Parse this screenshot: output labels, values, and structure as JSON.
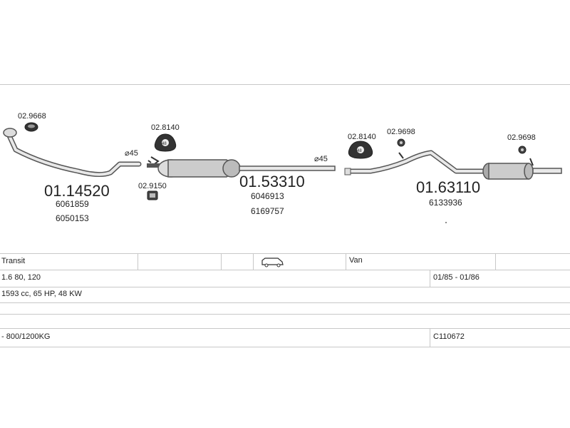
{
  "parts": {
    "front_pipe": {
      "number": "01.14520",
      "refs": [
        "6061859",
        "6050153"
      ]
    },
    "middle_silencer": {
      "number": "01.53310",
      "refs": [
        "6046913",
        "6169757"
      ]
    },
    "rear_silencer": {
      "number": "01.63110",
      "refs": [
        "6133936"
      ]
    },
    "gasket": "02.9668",
    "hanger_left": "02.8140",
    "hanger_right": "02.8140",
    "clamp_left": "02.9150",
    "clamp_mid": "02.9698",
    "clamp_right": "02.9698",
    "diameter_left": "⌀45",
    "diameter_right": "⌀45",
    "hanger_center_mark": "48"
  },
  "vehicle": {
    "model": "Transit",
    "body_type": "Van",
    "engine": "1.6 80, 120",
    "years": "01/85 - 01/86",
    "specs": "1593 cc, 65 HP, 48 KW",
    "payload": "- 800/1200KG",
    "catalog_code": "C110672"
  },
  "colors": {
    "line": "#555555",
    "fill": "#d9d9d9",
    "grid": "#c8c8c8"
  }
}
